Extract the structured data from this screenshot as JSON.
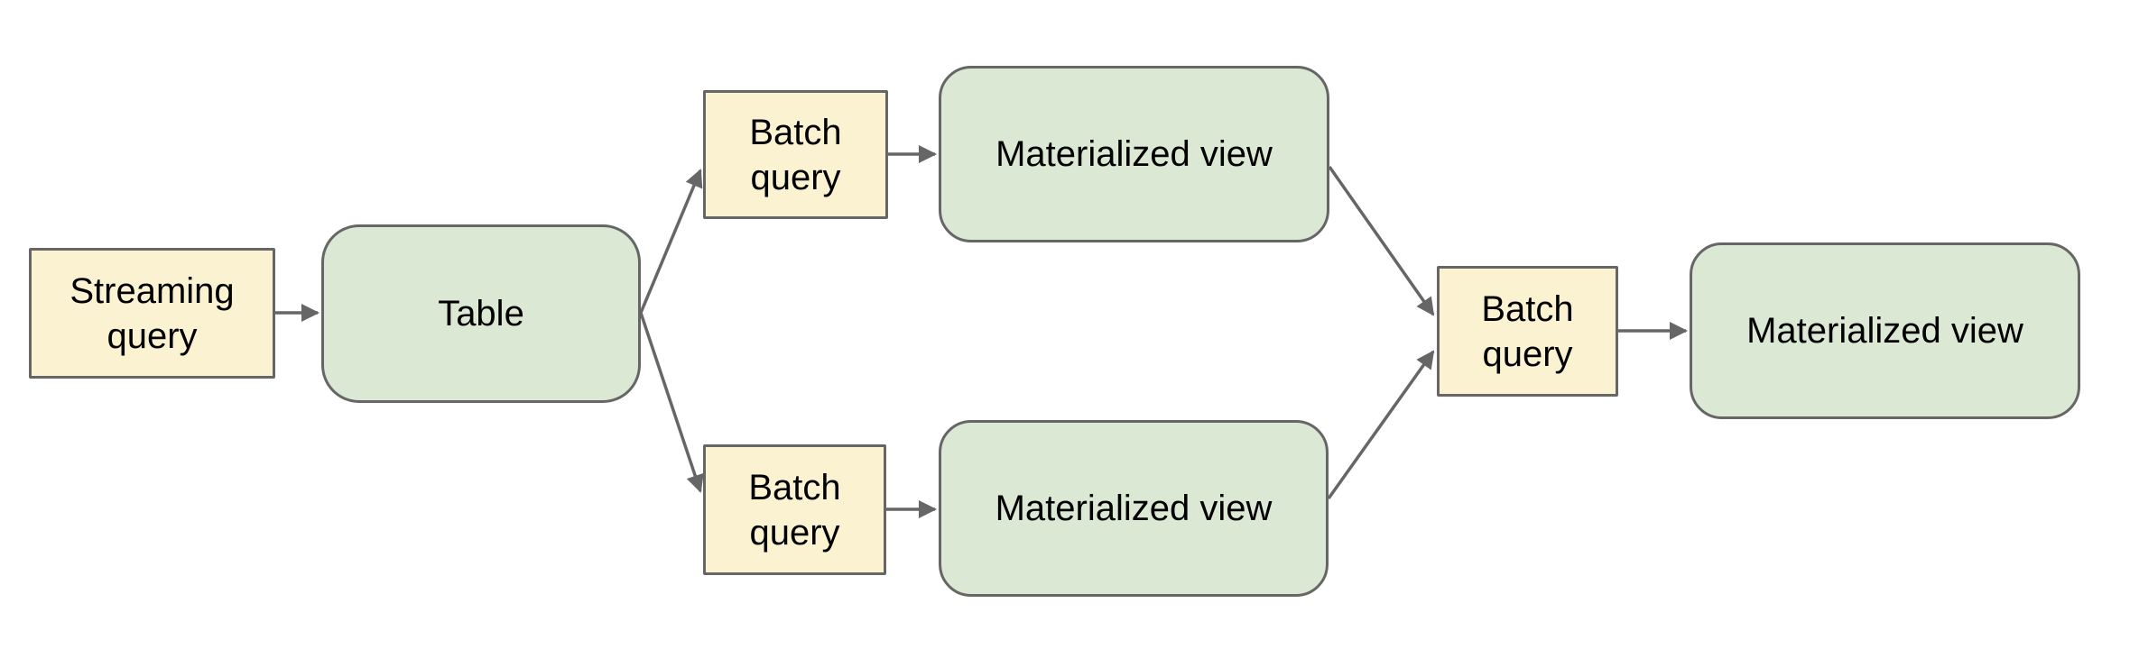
{
  "diagram_type": "flow-diagram",
  "colors": {
    "background": "#ffffff",
    "query_fill": "#fbf2d1",
    "view_fill": "#dbe8d3",
    "border": "#666666",
    "connector": "#666666",
    "text": "#000000"
  },
  "nodes": {
    "streaming_query": {
      "kind": "query",
      "lines": [
        "Streaming",
        "query"
      ]
    },
    "table": {
      "kind": "table",
      "lines": [
        "Table"
      ]
    },
    "batch_query_top": {
      "kind": "query",
      "lines": [
        "Batch",
        "query"
      ]
    },
    "materialized_view_top": {
      "kind": "view",
      "lines": [
        "Materialized view"
      ]
    },
    "batch_query_bottom": {
      "kind": "query",
      "lines": [
        "Batch",
        "query"
      ]
    },
    "materialized_view_bottom": {
      "kind": "view",
      "lines": [
        "Materialized view"
      ]
    },
    "batch_query_center": {
      "kind": "query",
      "lines": [
        "Batch",
        "query"
      ]
    },
    "materialized_view_right": {
      "kind": "view",
      "lines": [
        "Materialized view"
      ]
    }
  },
  "edges": [
    {
      "from": "streaming_query",
      "to": "table"
    },
    {
      "from": "table",
      "to": "batch_query_top"
    },
    {
      "from": "table",
      "to": "batch_query_bottom"
    },
    {
      "from": "batch_query_top",
      "to": "materialized_view_top"
    },
    {
      "from": "batch_query_bottom",
      "to": "materialized_view_bottom"
    },
    {
      "from": "materialized_view_top",
      "to": "batch_query_center"
    },
    {
      "from": "materialized_view_bottom",
      "to": "batch_query_center"
    },
    {
      "from": "batch_query_center",
      "to": "materialized_view_right"
    }
  ]
}
